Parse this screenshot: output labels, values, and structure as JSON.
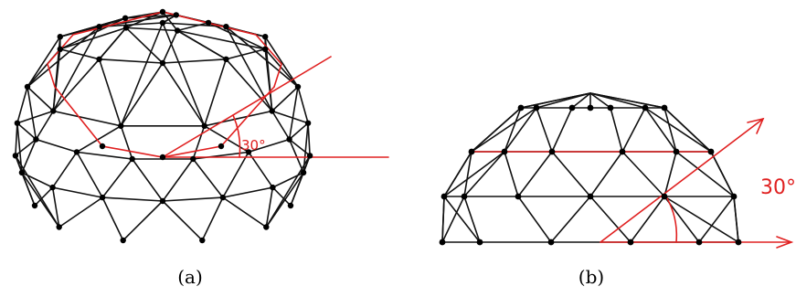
{
  "figures": [
    {
      "id": "a",
      "caption": "(a)",
      "angle_label": "30°"
    },
    {
      "id": "b",
      "caption": "(b)",
      "angle_label": "30°"
    }
  ],
  "colors": {
    "structure": "#111111",
    "node": "#000000",
    "highlight": "#e02020"
  }
}
